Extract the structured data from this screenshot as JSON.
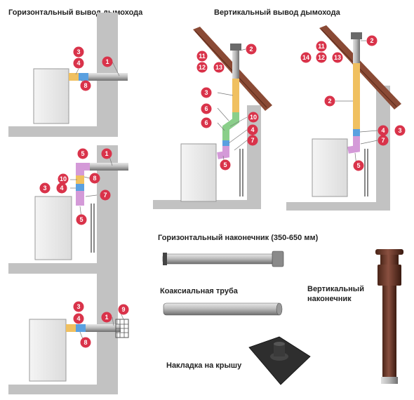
{
  "titles": {
    "horizontal_outlet": "Горизонтальный вывод дымохода",
    "vertical_outlet": "Вертикальный вывод дымохода"
  },
  "captions": {
    "horizontal_tip": "Горизонтальный наконечник (350-650 мм)",
    "coaxial_pipe": "Коаксиальная труба",
    "roof_flashing": "Накладка на крышу",
    "vertical_tip": "Вертикальный наконечник"
  },
  "markers": {
    "d1": [
      "3",
      "4",
      "8",
      "1"
    ],
    "d2": [
      "5",
      "1",
      "10",
      "8",
      "3",
      "4",
      "7",
      "5"
    ],
    "d3": [
      "3",
      "4",
      "1",
      "9",
      "8"
    ],
    "d4": [
      "2",
      "11",
      "12",
      "13",
      "3",
      "6",
      "10",
      "6",
      "4",
      "7",
      "5"
    ],
    "d5": [
      "2",
      "11",
      "14",
      "12",
      "13",
      "2",
      "4",
      "3",
      "7",
      "5"
    ]
  },
  "colors": {
    "badge": "#d9334a",
    "wall": "#c2c2c2",
    "roof": "#8a4a35",
    "pipe": "#a9a9a9",
    "pipe_yellow": "#f0c060",
    "pipe_blue": "#5aa0e0",
    "pipe_pink": "#d49ad8",
    "pipe_green": "#8acf8a",
    "tip_brown": "#6a3a2a"
  }
}
